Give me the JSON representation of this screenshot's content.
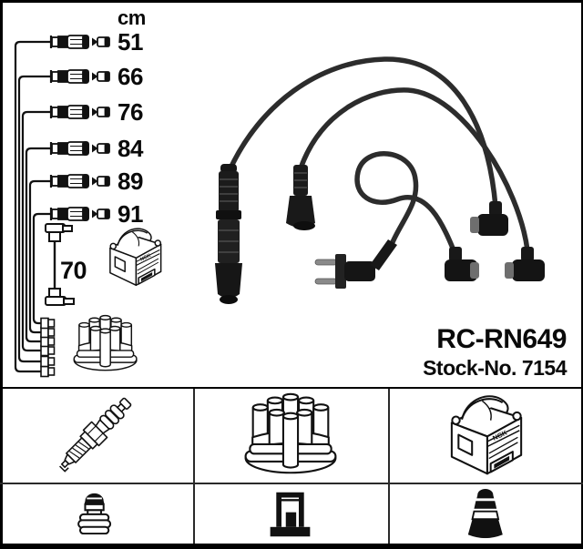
{
  "product": {
    "part_number": "RC-RN649",
    "stock_number": "Stock-No. 7154"
  },
  "measurements": {
    "unit": "cm",
    "cable_lengths": [
      "51",
      "66",
      "76",
      "84",
      "89",
      "91"
    ],
    "coil_wire_length": "70"
  },
  "legend": {
    "top_row_icons": [
      "spark-plug",
      "distributor-cap",
      "ignition-coil"
    ],
    "bottom_row_icons": [
      "ribbed-plug-boot",
      "din-post-terminal",
      "tapered-plug-boot"
    ]
  },
  "colors": {
    "ink": "#111111",
    "background": "#ffffff",
    "photo_cable": "#2c2c2c"
  }
}
